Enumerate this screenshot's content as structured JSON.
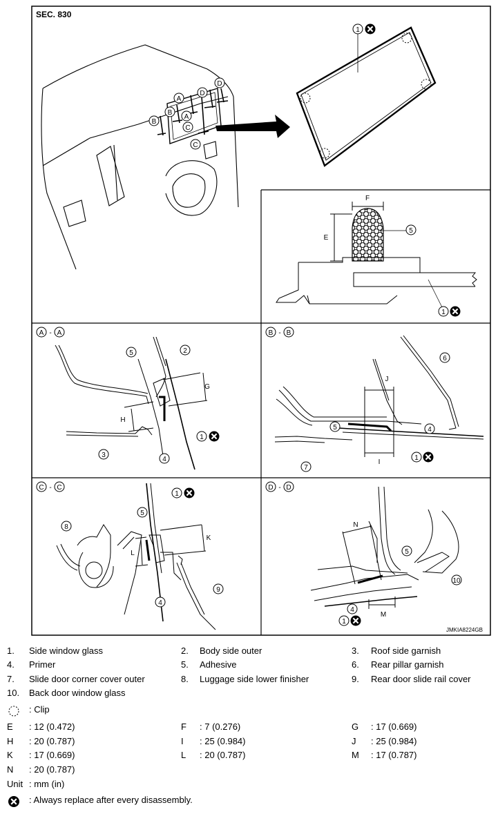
{
  "section_label": "SEC. 830",
  "code": "JMKIA8224GB",
  "views": {
    "a": "A",
    "b": "B",
    "c": "C",
    "d": "D"
  },
  "callouts": [
    "1",
    "2",
    "3",
    "4",
    "5",
    "6",
    "7",
    "8",
    "9",
    "10"
  ],
  "dim_letters": {
    "E": "E",
    "F": "F",
    "G": "G",
    "H": "H",
    "I": "I",
    "J": "J",
    "K": "K",
    "L": "L",
    "M": "M",
    "N": "N"
  },
  "legend": {
    "items": [
      {
        "num": "1.",
        "text": "Side window glass"
      },
      {
        "num": "2.",
        "text": "Body side outer"
      },
      {
        "num": "3.",
        "text": "Roof side garnish"
      },
      {
        "num": "4.",
        "text": "Primer"
      },
      {
        "num": "5.",
        "text": "Adhesive"
      },
      {
        "num": "6.",
        "text": "Rear pillar garnish"
      },
      {
        "num": "7.",
        "text": "Slide door corner cover outer"
      },
      {
        "num": "8.",
        "text": "Luggage side lower finisher"
      },
      {
        "num": "9.",
        "text": "Rear door slide rail cover"
      },
      {
        "num": "10.",
        "text": "Back door window glass"
      }
    ],
    "clip": ": Clip",
    "dims": [
      {
        "key": "E",
        "value": ": 12 (0.472)"
      },
      {
        "key": "F",
        "value": ": 7 (0.276)"
      },
      {
        "key": "G",
        "value": ": 17 (0.669)"
      },
      {
        "key": "H",
        "value": ": 20 (0.787)"
      },
      {
        "key": "I",
        "value": ": 25 (0.984)"
      },
      {
        "key": "J",
        "value": ": 25 (0.984)"
      },
      {
        "key": "K",
        "value": ": 17 (0.669)"
      },
      {
        "key": "L",
        "value": ": 20 (0.787)"
      },
      {
        "key": "M",
        "value": ": 17 (0.787)"
      },
      {
        "key": "N",
        "value": ": 20 (0.787)"
      }
    ],
    "unit_key": "Unit",
    "unit_value": ": mm (in)",
    "replace_note": ": Always replace after every disassembly."
  }
}
